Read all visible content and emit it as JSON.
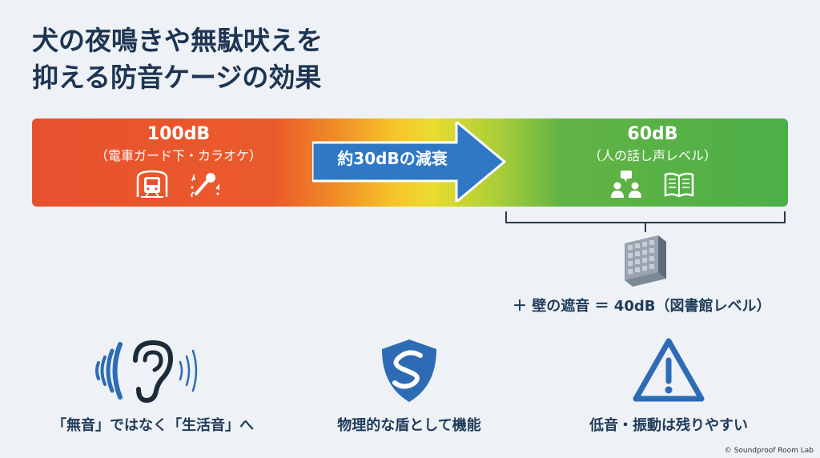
{
  "title": {
    "line1": "犬の夜鳴きや無駄吠えを",
    "line2": "抑える防音ケージの効果"
  },
  "noise_bar": {
    "left": {
      "value": "100dB",
      "description": "（電車ガード下・カラオケ）",
      "icons": [
        "train-icon",
        "microphone-icon"
      ]
    },
    "arrow_label": "約30dBの減衰",
    "right": {
      "value": "60dB",
      "description": "（人の話し声レベル）",
      "icons": [
        "conversation-icon",
        "book-icon"
      ]
    },
    "colors": {
      "loud": "#e8512e",
      "mid": "#f6c52a",
      "quiet": "#4caf48",
      "arrow": "#2e78c6"
    }
  },
  "wall_note": {
    "icon": "wall-panel-icon",
    "text": "＋ 壁の遮音 ＝ 40dB（図書館レベル）"
  },
  "features": [
    {
      "icon": "ear-sound-icon",
      "label": "「無音」ではなく「生活音」へ"
    },
    {
      "icon": "shield-icon",
      "label": "物理的な盾として機能"
    },
    {
      "icon": "warning-icon",
      "label": "低音・振動は残りやすい"
    }
  ],
  "accent_color": "#2d6bb5",
  "copyright": "© Soundproof Room Lab"
}
